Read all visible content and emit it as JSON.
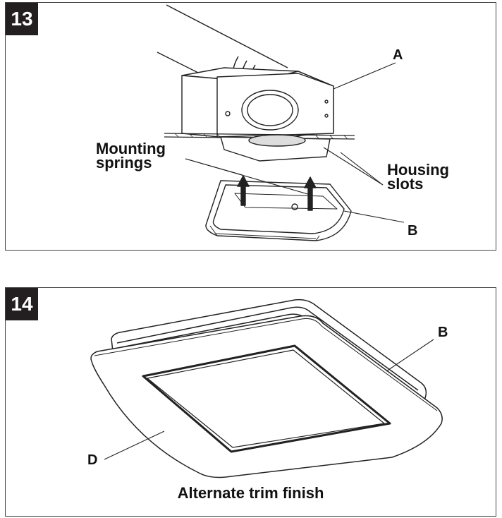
{
  "step13": {
    "number": "13",
    "labels": {
      "a": "A",
      "b": "B",
      "mounting_springs_line1": "Mounting",
      "mounting_springs_line2": "springs",
      "housing_slots_line1": "Housing",
      "housing_slots_line2": "slots"
    }
  },
  "step14": {
    "number": "14",
    "labels": {
      "b": "B",
      "d": "D"
    },
    "caption": "Alternate trim finish"
  }
}
